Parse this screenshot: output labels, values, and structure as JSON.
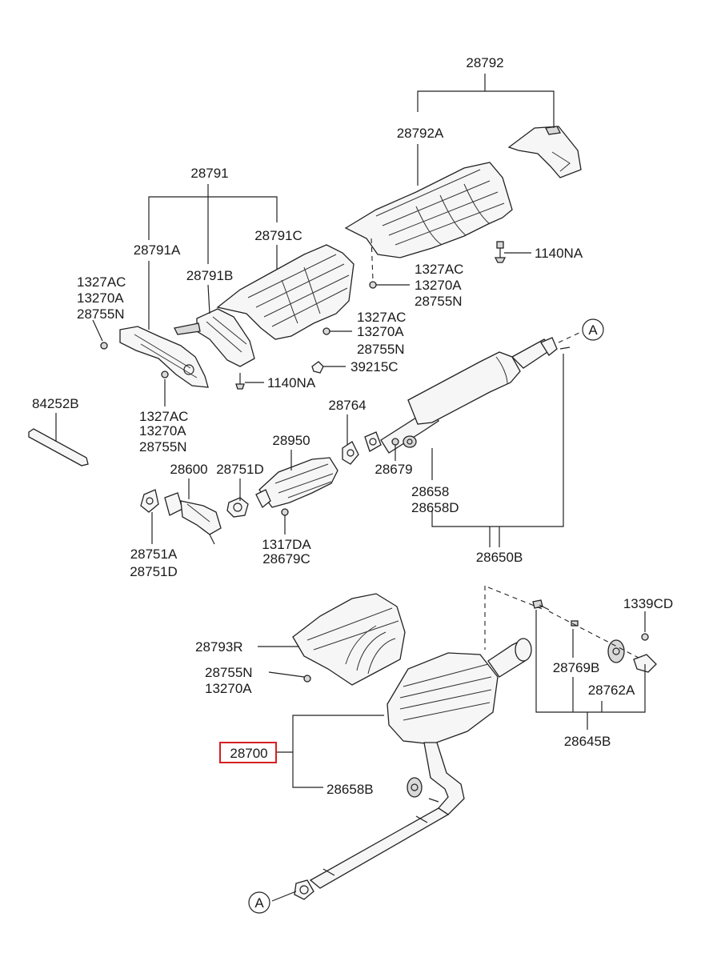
{
  "diagram": {
    "labels": {
      "p28792": "28792",
      "p28792A": "28792A",
      "p1140NA_a": "1140NA",
      "p1327AC_a": "1327AC",
      "p13270A_a": "13270A",
      "p28755N_a": "28755N",
      "p28791": "28791",
      "p28791C": "28791C",
      "p28791A": "28791A",
      "p28791B": "28791B",
      "p1327AC_b": "1327AC",
      "p13270A_b": "13270A",
      "p28755N_b": "28755N",
      "p1327AC_c": "1327AC",
      "p13270A_c": "13270A",
      "p28755N_c": "28755N",
      "p1140NA_b": "1140NA",
      "p39215C": "39215C",
      "p1327AC_d": "1327AC",
      "p13270A_d": "13270A",
      "p28755N_d": "28755N",
      "p84252B": "84252B",
      "p28764": "28764",
      "p28950": "28950",
      "p28600": "28600",
      "p28751D": "28751D",
      "p28679": "28679",
      "p28658": "28658",
      "p28658D": "28658D",
      "p1317DA": "1317DA",
      "p28679C": "28679C",
      "p28751A": "28751A",
      "p28751D_b": "28751D",
      "p28650B": "28650B",
      "p1339CD": "1339CD",
      "p28793R": "28793R",
      "p28769B": "28769B",
      "p28755N_e": "28755N",
      "p13270A_e": "13270A",
      "p28762A": "28762A",
      "p28700": "28700",
      "p28645B": "28645B",
      "p28658B": "28658B",
      "markerA_top": "A",
      "markerA_bottom": "A"
    },
    "highlight_color": "#d62020"
  }
}
